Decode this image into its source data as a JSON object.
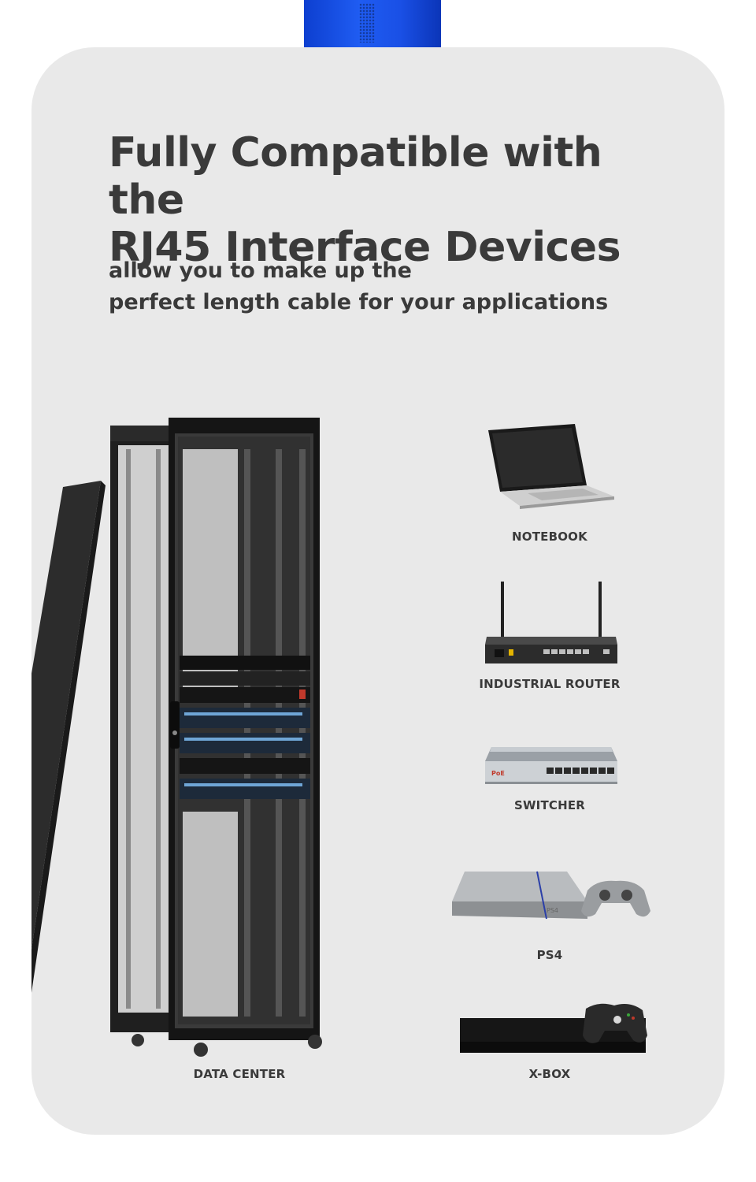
{
  "headline": {
    "line1": "Fully Compatible with the",
    "line2": "RJ45 Interface Devices"
  },
  "subline": {
    "line1": "allow you to make up the",
    "line2": "perfect length cable for your applications"
  },
  "devices": {
    "data_center": "DATA CENTER",
    "notebook": "NOTEBOOK",
    "industrial_router": "INDUSTRIAL ROUTER",
    "switcher": "SWITCHER",
    "ps4": "PS4",
    "xbox": "X-BOX"
  },
  "product_markings": {
    "switch_badge": "PoE",
    "ps4_logo": "PS4"
  },
  "colors": {
    "accent_blue": "#1f5cf2",
    "card_bg": "#e9e9e9",
    "text": "#3a3a3a"
  }
}
